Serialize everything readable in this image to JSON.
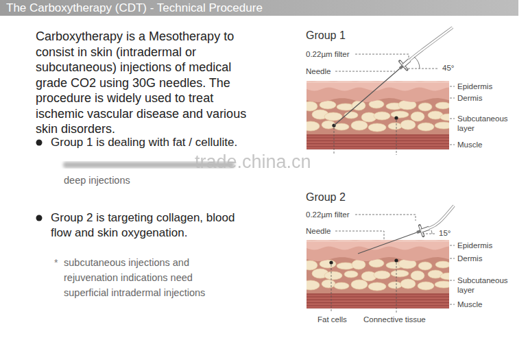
{
  "diagram": {
    "title": "The Carboxytherapy (CDT) - Technical Procedure",
    "labels": [
      "Carboxytherapy is a Mesotherapy to consist in skin (intradermal or subcutaneous) injections of medical grade CO2 using 30G needles. The procedure is widely used to treat ischemic vascular disease and various skin disorders.",
      "Group 1 is dealing with fat / cellulite.",
      "deep injections",
      "Group 2 is targeting collagen, blood flow and skin oxygenation.",
      "*",
      "subcutaneous injections and rejuvenation indications need superficial intradermal injections",
      "trade.china.cn",
      "Group 1",
      "0.22µm filter",
      "Needle",
      "45°",
      "Epidermis",
      "Dermis",
      "Subcutaneous layer",
      "Muscle",
      "Group 2",
      "0.22µm filter",
      "Needle",
      "15°",
      "Epidermis",
      "Dermis",
      "Subcutaneous layer",
      "Muscle",
      "Fat cells",
      "Connective tissue"
    ]
  }
}
